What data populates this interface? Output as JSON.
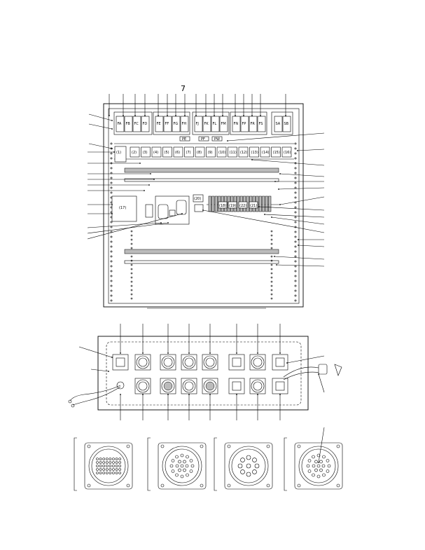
{
  "figure_number": "7",
  "fuses_top": [
    "FA",
    "FB",
    "FC",
    "FD",
    "FE",
    "FF",
    "FG",
    "FH",
    "FJ",
    "FK",
    "FL",
    "FM",
    "FN",
    "FP",
    "FR",
    "FS",
    "SA",
    "SB"
  ],
  "fuse_labels_small": [
    "PE",
    "PF",
    "PW"
  ],
  "relays": [
    "(1)",
    "(2)",
    "(3)",
    "(4)",
    "(5)",
    "(6)",
    "(7)",
    "(8)",
    "(9)",
    "(10)",
    "(11)",
    "(12)",
    "(13)",
    "(14)",
    "(15)",
    "(16)"
  ],
  "other_parts": {
    "p17": "(17)",
    "p18": "(18)",
    "p19": "(19)",
    "p20": "(20)",
    "p21": "(21)",
    "p22": "(22)"
  }
}
